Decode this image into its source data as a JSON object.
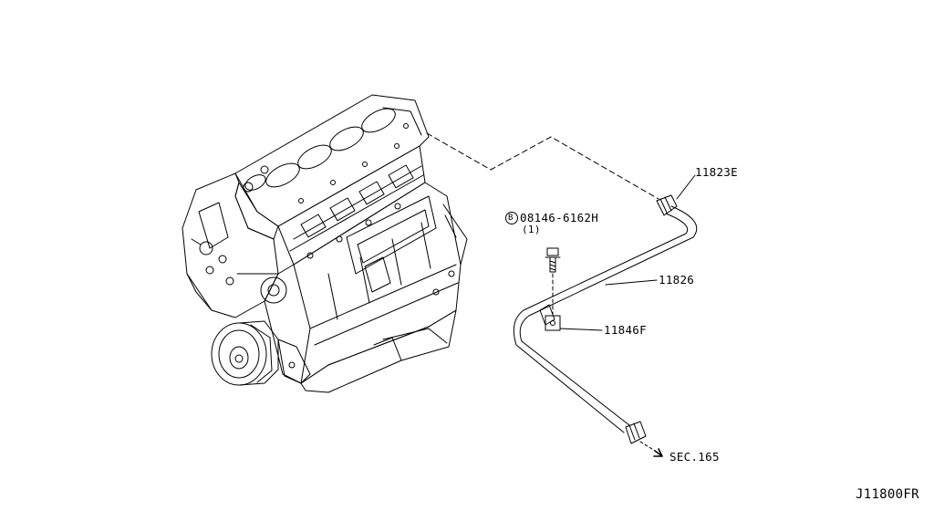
{
  "diagram": {
    "figure_code": "J11800FR",
    "parts": {
      "p11823e": "11823E",
      "p11826": "11826",
      "p11846f": "11846F"
    },
    "bolt": {
      "badge": "B",
      "part_number": "08146-6162H",
      "quantity": "(1)"
    },
    "section_ref": "SEC.165"
  },
  "colors": {
    "line": "#000000",
    "background": "#ffffff"
  }
}
